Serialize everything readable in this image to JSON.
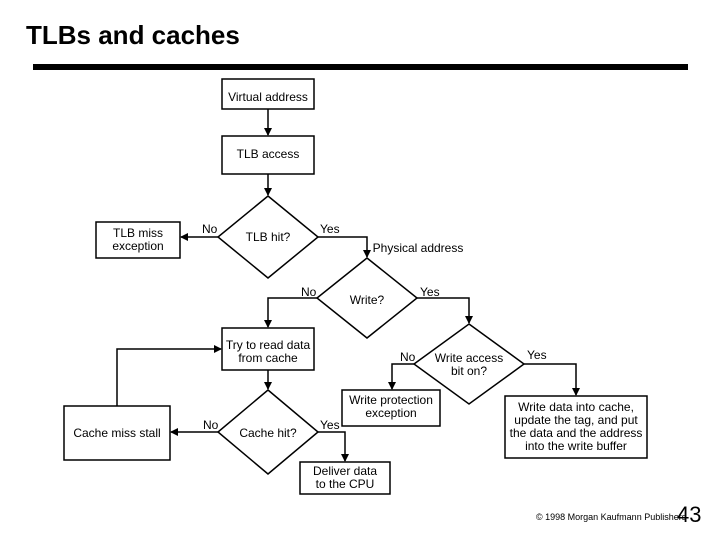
{
  "slide": {
    "title": "TLBs and caches",
    "footer": "© 1998 Morgan Kaufmann Publishers",
    "page_number": "43"
  },
  "diagram": {
    "nodes": {
      "virtual_address": "Virtual address",
      "tlb_access": "TLB access",
      "tlb_miss_exception_1": "TLB miss",
      "tlb_miss_exception_2": "exception",
      "tlb_hit": "TLB hit?",
      "physical_address": "Physical address",
      "write": "Write?",
      "try_read_1": "Try to read data",
      "try_read_2": "from cache",
      "write_access_1": "Write access",
      "write_access_2": "bit on?",
      "cache_miss_stall": "Cache miss stall",
      "cache_hit": "Cache hit?",
      "write_protection_1": "Write protection",
      "write_protection_2": "exception",
      "write_data_1": "Write data into cache,",
      "write_data_2": "update the tag, and put",
      "write_data_3": "the data and the address",
      "write_data_4": "into the write buffer",
      "deliver_1": "Deliver data",
      "deliver_2": "to the CPU"
    },
    "edge_labels": {
      "tlb_hit_no": "No",
      "tlb_hit_yes": "Yes",
      "write_no": "No",
      "write_yes": "Yes",
      "write_access_no": "No",
      "write_access_yes": "Yes",
      "cache_hit_no": "No",
      "cache_hit_yes": "Yes"
    }
  }
}
